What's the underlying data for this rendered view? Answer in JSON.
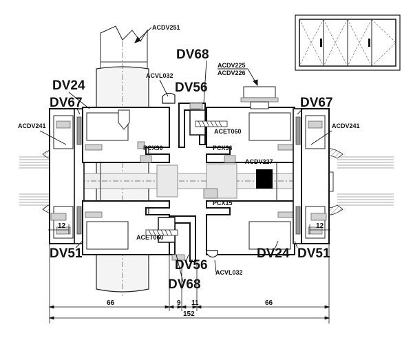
{
  "labels": {
    "dv68_top": "DV68",
    "dv68_bottom": "DV68",
    "dv56_top": "DV56",
    "dv56_bottom": "DV56",
    "dv24_left": "DV24",
    "dv24_right": "DV24",
    "dv67_left": "DV67",
    "dv67_right": "DV67",
    "dv51_left": "DV51",
    "dv51_right": "DV51",
    "acdv251": "ACDV251",
    "acvl032_top": "ACVL032",
    "acvl032_bottom": "ACVL032",
    "acdv225": "ACDV225",
    "acdv226": "ACDV226",
    "acdv241_left": "ACDV241",
    "acdv241_right": "ACDV241",
    "acet060_top": "ACET060",
    "acet060_bottom": "ACET060",
    "pcx36_left": "PCX36",
    "pcx36_right": "PCX36",
    "pcx15": "PCX15",
    "acdv227": "ACDV227"
  },
  "dimensions": {
    "d66_left": "66",
    "d9": "9",
    "d11": "11",
    "d66_right": "66",
    "total": "152",
    "d12_left": "12",
    "d12_right": "12"
  }
}
